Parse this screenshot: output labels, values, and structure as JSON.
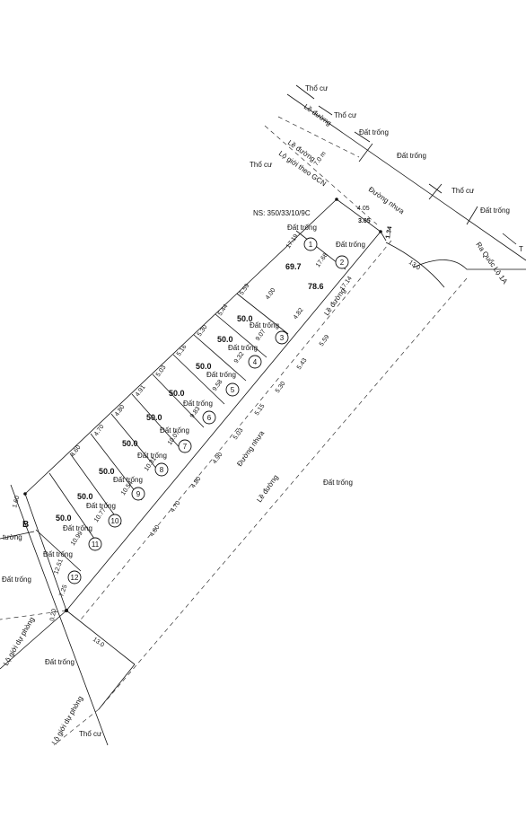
{
  "labels": {
    "tho_cu": "Thổ cư",
    "dat_trong": "Đất trống",
    "le_duong": "Lề đường",
    "duong_nhua": "Đường nhựa",
    "lo_gioi_gcn": "Lộ giới theo GCN",
    "lo_gioi_du_phong": "Lộ giới dự phòng",
    "ra_quoc_lo": "Ra Quốc Lộ 1A",
    "ns": "NS: 350/33/10/9C",
    "tuong": "tường",
    "b": "B",
    "t": "T"
  },
  "dims": {
    "d7_0m": "7.0 m",
    "d4_05": "4.05",
    "d3_05": "3.05",
    "d1_34": "1.34",
    "d13_0a": "13.0",
    "d13_0b": "13.0",
    "d17_19": "17.19",
    "d17_68": "17.68",
    "d17_14": "17.14",
    "d4_00": "4.00",
    "d4_82": "4.82",
    "d1_60": "1.60",
    "d0_20": "0.20",
    "d7_25": "7.25",
    "d12_51": "12.51"
  },
  "top_edge": [
    "5.59",
    "5.44",
    "5.30",
    "5.16",
    "5.03",
    "4.91",
    "4.80",
    "4.70",
    "4.60"
  ],
  "bottom_edge": [
    "5.59",
    "5.43",
    "5.30",
    "5.15",
    "5.03",
    "4.90",
    "4.80",
    "4.70",
    "4.60"
  ],
  "lots": [
    {
      "num": "1",
      "area": "69.7",
      "label": "Đất trống"
    },
    {
      "num": "2",
      "area": "78.6",
      "label": "Đất trống"
    },
    {
      "num": "3",
      "area": "50.0",
      "label": "Đất trống",
      "depth": "9.07"
    },
    {
      "num": "4",
      "area": "50.0",
      "label": "Đất trống",
      "depth": "9.32"
    },
    {
      "num": "5",
      "area": "50.0",
      "label": "Đất trống",
      "depth": "9.58"
    },
    {
      "num": "6",
      "area": "50.0",
      "label": "Đất trống",
      "depth": "9.83"
    },
    {
      "num": "7",
      "area": "50.0",
      "label": "Đất trống",
      "depth": "10.07"
    },
    {
      "num": "8",
      "area": "50.0",
      "label": "Đất trống",
      "depth": "10.31"
    },
    {
      "num": "9",
      "area": "50.0",
      "label": "Đất trống",
      "depth": "10.54"
    },
    {
      "num": "10",
      "area": "50.0",
      "label": "Đất trống",
      "depth": "10.77"
    },
    {
      "num": "11",
      "area": "50.0",
      "label": "Đất trống",
      "depth": "10.99"
    },
    {
      "num": "12",
      "area": "",
      "label": "Đất trống"
    }
  ]
}
